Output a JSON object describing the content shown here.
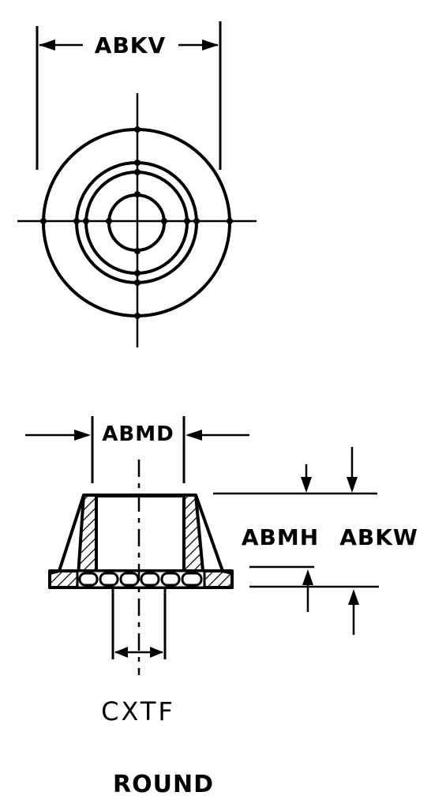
{
  "labels": {
    "top_width": "ABKV",
    "inner_width": "ABMD",
    "inner_height": "ABMH",
    "overall_height": "ABKW",
    "stem_width": "CXTF",
    "shape": "ROUND"
  },
  "colors": {
    "line": "#000000",
    "background": "#ffffff"
  }
}
